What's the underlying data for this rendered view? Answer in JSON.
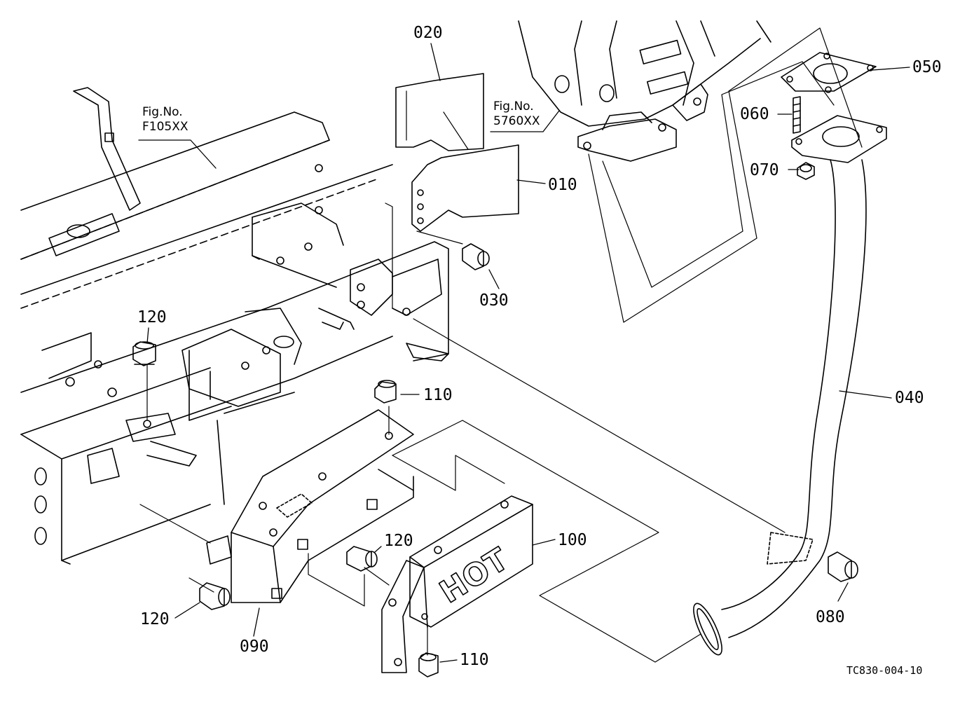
{
  "drawing_code": "TC830-004-10",
  "figure_refs": [
    {
      "line1": "Fig.No.",
      "line2": "F105XX"
    },
    {
      "line1": "Fig.No.",
      "line2": "5760XX"
    }
  ],
  "parts": [
    {
      "number": "020"
    },
    {
      "number": "010"
    },
    {
      "number": "030"
    },
    {
      "number": "050"
    },
    {
      "number": "060"
    },
    {
      "number": "070"
    },
    {
      "number": "040"
    },
    {
      "number": "080"
    },
    {
      "number": "100"
    },
    {
      "number": "110"
    },
    {
      "number": "110"
    },
    {
      "number": "120"
    },
    {
      "number": "120"
    },
    {
      "number": "120"
    },
    {
      "number": "090"
    }
  ],
  "hot_plate_text": "HOT"
}
